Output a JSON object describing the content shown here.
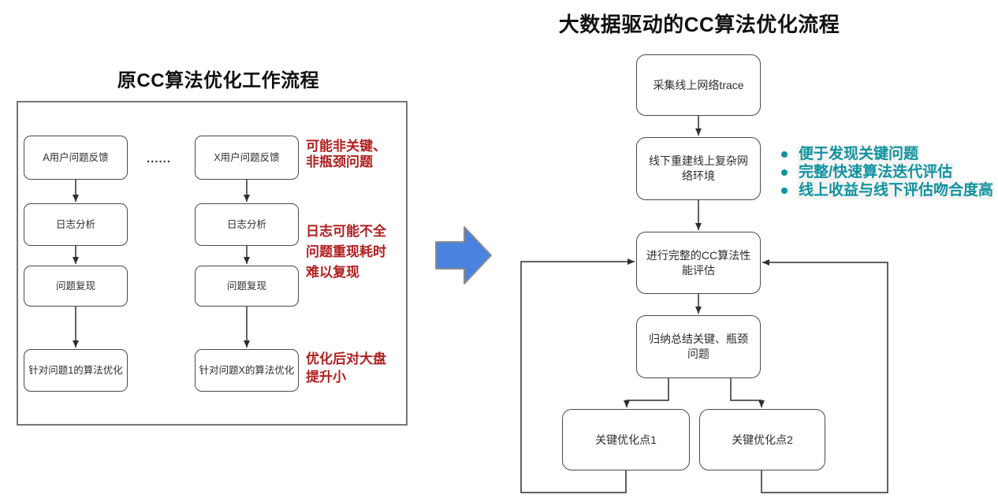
{
  "colors": {
    "annotation_red": "#b02020",
    "bullet_teal": "#10929f",
    "transition_blue": "#4a82e0",
    "transition_blue_stroke": "#8c8c8c",
    "line_color": "#2f2f2f"
  },
  "left_flow": {
    "title": "原CC算法优化工作流程",
    "column_a": [
      "A用户问题反馈",
      "日志分析",
      "问题复现",
      "针对问题1的算法优化"
    ],
    "column_x": [
      "X用户问题反馈",
      "日志分析",
      "问题复现",
      "针对问题X的算法优化"
    ],
    "ellipsis": "......",
    "annotations": [
      "可能非关键、\n非瓶颈问题",
      "日志可能不全\n问题重现耗时\n难以复现",
      "优化后对大盘\n提升小"
    ]
  },
  "right_flow": {
    "title": "大数据驱动的CC算法优化流程",
    "nodes": [
      "采集线上网络trace",
      "线下重建线上复杂网络环境",
      "进行完整的CC算法性能评估",
      "归纳总结关键、瓶颈问题",
      "关键优化点1",
      "关键优化点2"
    ],
    "bullets": [
      "便于发现关键问题",
      "完整/快速算法迭代评估",
      "线上收益与线下评估吻合度高"
    ]
  }
}
